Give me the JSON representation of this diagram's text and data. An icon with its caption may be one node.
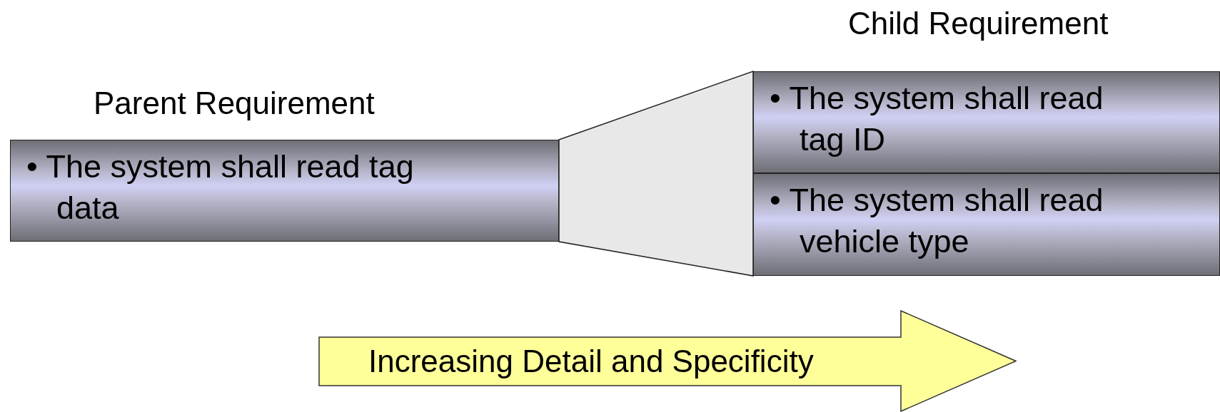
{
  "diagram": {
    "nodes": [
      {
        "text": [
          "Parent Requirement",
          "• The system shall read tag data"
        ]
      },
      {
        "text": [
          "Child Requirement"
        ]
      },
      {
        "text": [
          "• The system shall read tag ID"
        ],
        "in": 1
      },
      {
        "text": [
          "• The system shall read vehicle type"
        ],
        "in": 1
      },
      {
        "text": [
          "Increasing Detail and Specificity"
        ]
      }
    ],
    "edges": [
      {
        "from": 0,
        "to": 1,
        "arrow": "none"
      }
    ]
  }
}
